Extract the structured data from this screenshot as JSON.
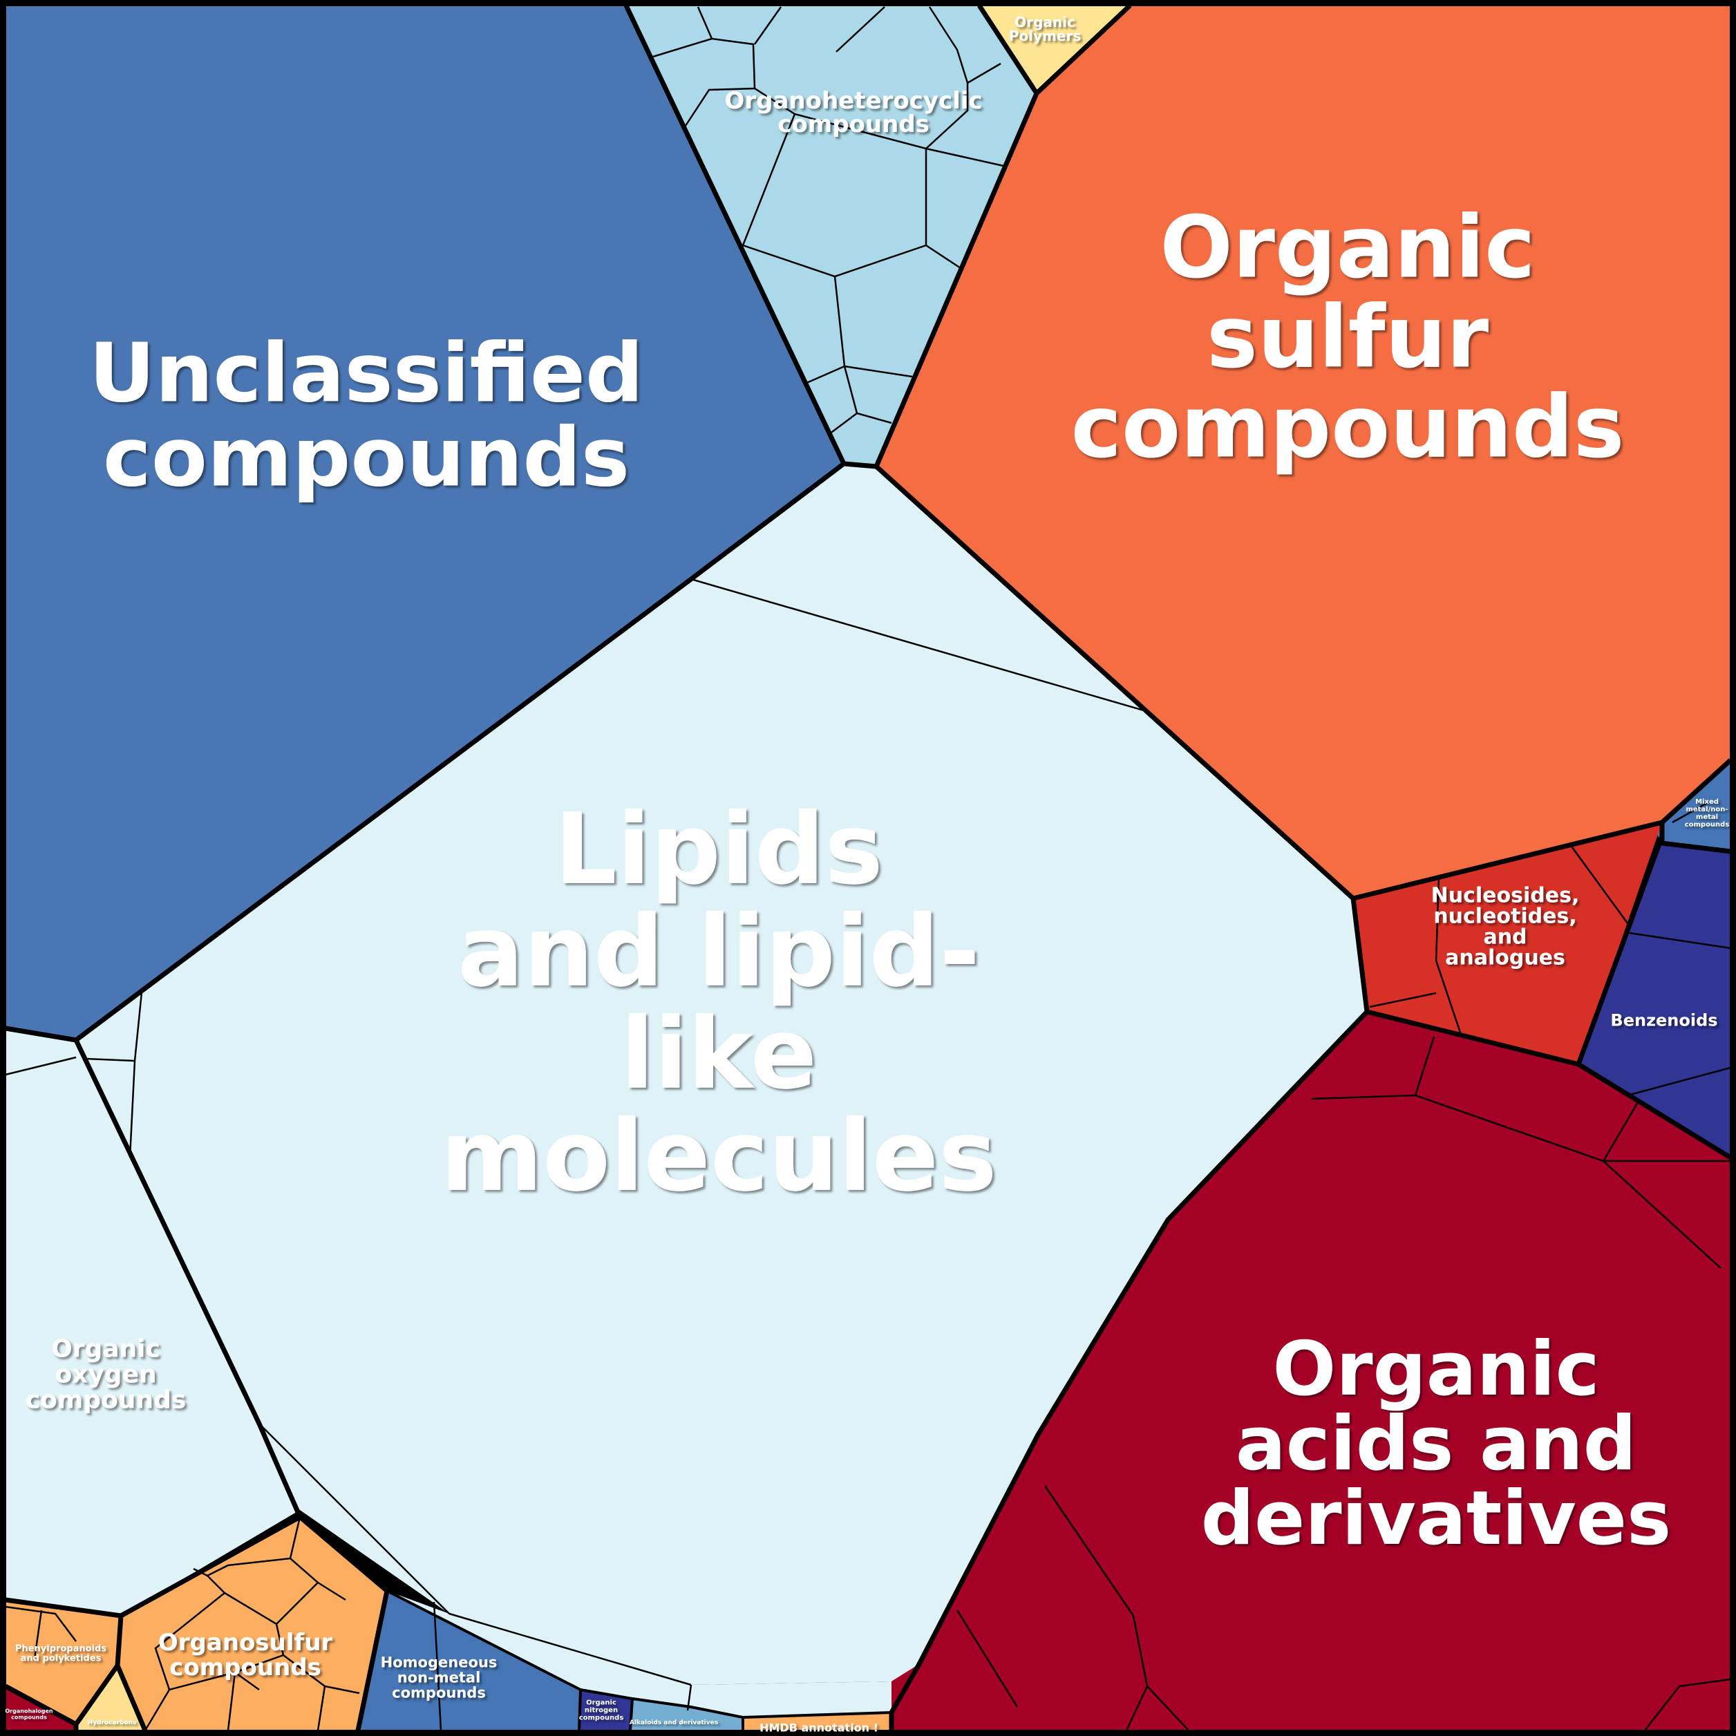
{
  "colors": {
    "unclassified": "#4a76b3",
    "organoheterocyclic": "#acd9e9",
    "organic_polymers": "#fee593",
    "organic_sulfur": "#f46d43",
    "lipids": "#dff2f8",
    "nucleosides": "#d73027",
    "benzenoids": "#313695",
    "mixed_metal": "#4575b4",
    "organic_acids": "#a50026",
    "organic_oxygen": "#e0f3f8",
    "organosulfur": "#fdae61",
    "homogeneous": "#4575b4",
    "phenylpropanoids": "#fdae61",
    "hydrocarbons": "#fee090",
    "organohalogen": "#a50026",
    "organic_nitrogen": "#313695",
    "alkaloids": "#74add1",
    "hmdb": "#fdae61"
  },
  "labels": {
    "unclassified": [
      "Unclassified",
      "compounds"
    ],
    "organoheterocyclic": [
      "Organoheterocyclic",
      "compounds"
    ],
    "organic_polymers": [
      "Organic",
      "Polymers"
    ],
    "organic_sulfur": [
      "Organic",
      "sulfur",
      "compounds"
    ],
    "lipids": [
      "Lipids",
      "and lipid-",
      "like",
      "molecules"
    ],
    "nucleosides": [
      "Nucleosides,",
      "nucleotides,",
      "and",
      "analogues"
    ],
    "benzenoids": [
      "Benzenoids"
    ],
    "mixed_metal": [
      "Mixed",
      "metal/non-",
      "metal",
      "compounds"
    ],
    "organic_acids": [
      "Organic",
      "acids and",
      "derivatives"
    ],
    "organic_oxygen": [
      "Organic",
      "oxygen",
      "compounds"
    ],
    "organosulfur": [
      "Organosulfur",
      "compounds"
    ],
    "homogeneous": [
      "Homogeneous",
      "non-metal",
      "compounds"
    ],
    "phenylpropanoids": [
      "Phenylpropanoids",
      "and polyketides"
    ],
    "hydrocarbons": [
      "Hydrocarbons"
    ],
    "organohalogen": [
      "Organohalogen",
      "compounds"
    ],
    "organic_nitrogen": [
      "Organic",
      "nitrogen",
      "compounds"
    ],
    "alkaloids": [
      "Alkaloids and derivatives"
    ],
    "hmdb": [
      "HMDB annotation !"
    ]
  }
}
